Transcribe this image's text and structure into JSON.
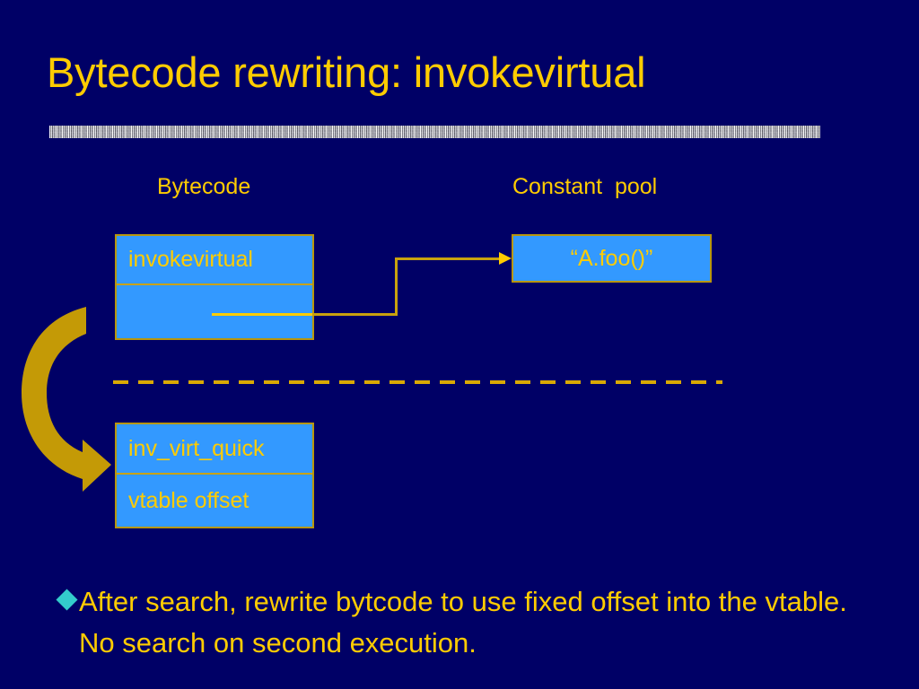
{
  "slide": {
    "title": "Bytecode rewriting: invokevirtual",
    "background_color": "#000066",
    "accent_text_color": "#FFCC00",
    "box_fill_color": "#3399FF",
    "box_border_color": "#B8960C",
    "bullet_color": "#33CCCC",
    "curved_arrow_color": "#C49A06"
  },
  "columns": {
    "bytecode_label": "Bytecode",
    "constant_pool_label": "Constant  pool"
  },
  "bytecode_box": {
    "rows": [
      {
        "text": "invokevirtual"
      },
      {
        "text": ""
      }
    ]
  },
  "constant_pool_box": {
    "rows": [
      {
        "text": "“A.foo()”"
      }
    ]
  },
  "quick_box": {
    "rows": [
      {
        "text": "inv_virt_quick"
      },
      {
        "text": "vtable offset"
      }
    ]
  },
  "bullet": {
    "marker": "diamond-bullet",
    "text": "After search, rewrite bytcode to use fixed offset into the vtable. No search on second execution."
  }
}
